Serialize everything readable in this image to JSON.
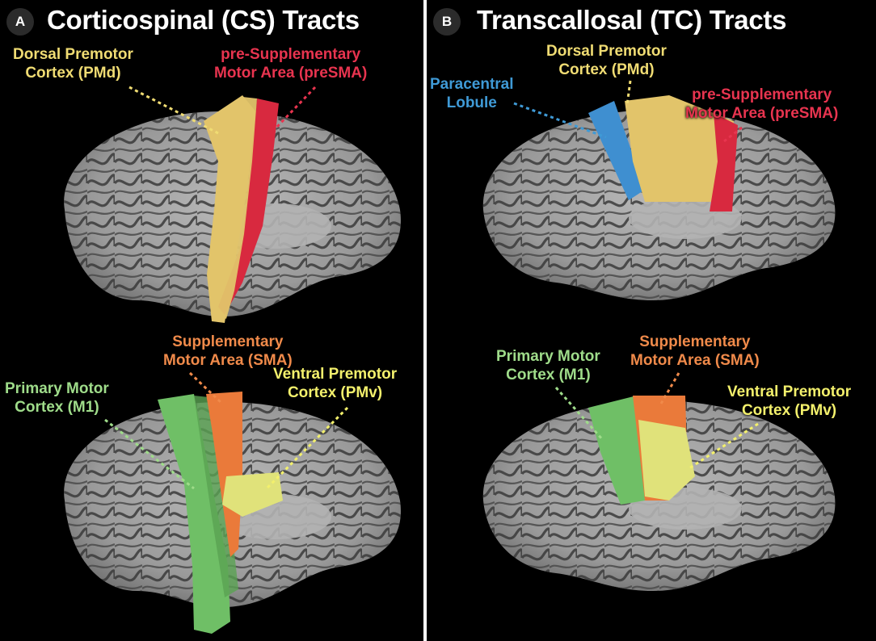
{
  "panel_a": {
    "letter": "A",
    "title": "Corticospinal (CS) Tracts",
    "labels": {
      "pmd": [
        "Dorsal Premotor",
        "Cortex (PMd)"
      ],
      "presma": [
        "pre-Supplementary",
        "Motor Area (preSMA)"
      ],
      "sma": [
        "Supplementary",
        "Motor Area (SMA)"
      ],
      "pmv": [
        "Ventral Premotor",
        "Cortex (PMv)"
      ],
      "m1": [
        "Primary Motor",
        "Cortex (M1)"
      ]
    }
  },
  "panel_b": {
    "letter": "B",
    "title": "Transcallosal (TC) Tracts",
    "labels": {
      "paracentral": [
        "Paracentral",
        "Lobule"
      ],
      "pmd": [
        "Dorsal Premotor",
        "Cortex (PMd)"
      ],
      "presma": [
        "pre-Supplementary",
        "Motor Area (preSMA)"
      ],
      "m1": [
        "Primary Motor",
        "Cortex (M1)"
      ],
      "sma": [
        "Supplementary",
        "Motor Area (SMA)"
      ],
      "pmv": [
        "Ventral Premotor",
        "Cortex (PMv)"
      ]
    }
  },
  "colors": {
    "pmd": "#e2c46a",
    "presma": "#d8293f",
    "sma": "#ea7a3a",
    "pmv": "#e0e27a",
    "m1": "#6fbf66",
    "paracentral": "#3f8fd0",
    "label_pmd": "#f0dc73",
    "label_presma": "#e8344f",
    "label_sma": "#f08a4a",
    "label_pmv": "#f3f06c",
    "label_m1": "#9fdc8a",
    "label_paracentral": "#3f9ad6"
  }
}
